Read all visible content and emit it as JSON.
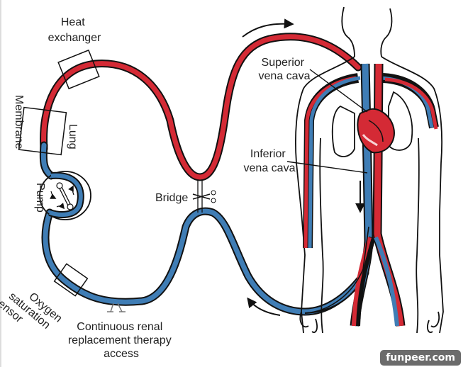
{
  "title": "ECMO circuit with bridge and CRRT access",
  "colors": {
    "oxygenated": "#d42a35",
    "deoxygenated": "#3f7db5",
    "outline": "#111111",
    "text": "#222222"
  },
  "labels": {
    "heat_exchanger": [
      "Heat",
      "exchanger"
    ],
    "membrane": "Membrane",
    "lung": "Lung",
    "pump": "Pump",
    "bridge": "Bridge",
    "oxygen_sensor": [
      "Oxygen",
      "saturation",
      "sensor"
    ],
    "crrt_access": [
      "Continuous renal",
      "replacement therapy",
      "access"
    ],
    "superior_vena_cava": [
      "Superior",
      "vena cava"
    ],
    "inferior_vena_cava": [
      "Inferior",
      "vena cava"
    ]
  },
  "watermark": "funpeer.com"
}
